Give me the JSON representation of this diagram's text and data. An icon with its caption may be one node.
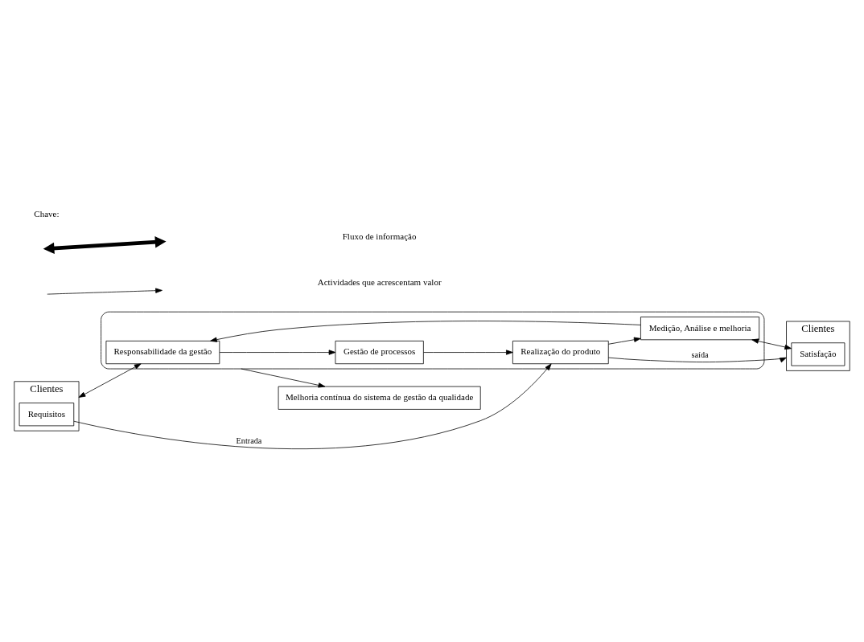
{
  "diagram": {
    "nodes": [
      {
        "text": [
          "Melhoria contínua do sistema de gestão da qualidade"
        ]
      },
      {
        "text": [
          "Clientes"
        ]
      },
      {
        "text": [
          "Requisitos"
        ],
        "in": 1
      },
      {
        "text": [],
        "shape": "ellipse"
      },
      {
        "text": [
          "Responsabilidade da gestão"
        ],
        "in": 3
      },
      {
        "text": [
          "Gestão de processos"
        ],
        "in": 3
      },
      {
        "text": [
          "Medição, Análise e melhoria"
        ],
        "in": 3
      },
      {
        "text": [
          "Realização do produto"
        ],
        "in": 3
      },
      {
        "text": [
          "Clientes"
        ]
      },
      {
        "text": [
          "Satisfação"
        ],
        "in": 8
      }
    ],
    "edges": [
      {
        "from": 1,
        "to": 4,
        "arrow": "both"
      },
      {
        "from": 4,
        "to": 5,
        "arrow": "to"
      },
      {
        "from": 5,
        "to": 7,
        "arrow": "to"
      },
      {
        "from": 7,
        "to": 6,
        "arrow": "to"
      },
      {
        "from": 6,
        "to": 4,
        "arrow": "to"
      },
      {
        "from": 6,
        "to": 9,
        "arrow": "both"
      },
      {
        "from": 3,
        "to": 0,
        "arrow": "to"
      },
      {
        "from": 2,
        "to": 7,
        "arrow": "to",
        "label": "Entrada"
      },
      {
        "from": 7,
        "to": 8,
        "arrow": "to",
        "label": "saída"
      }
    ],
    "labels": [
      "Chave:"
    ],
    "legend": [
      {
        "text": "Fluxo de informação"
      },
      {
        "text": "Actividades que acrescentam valor"
      }
    ]
  }
}
